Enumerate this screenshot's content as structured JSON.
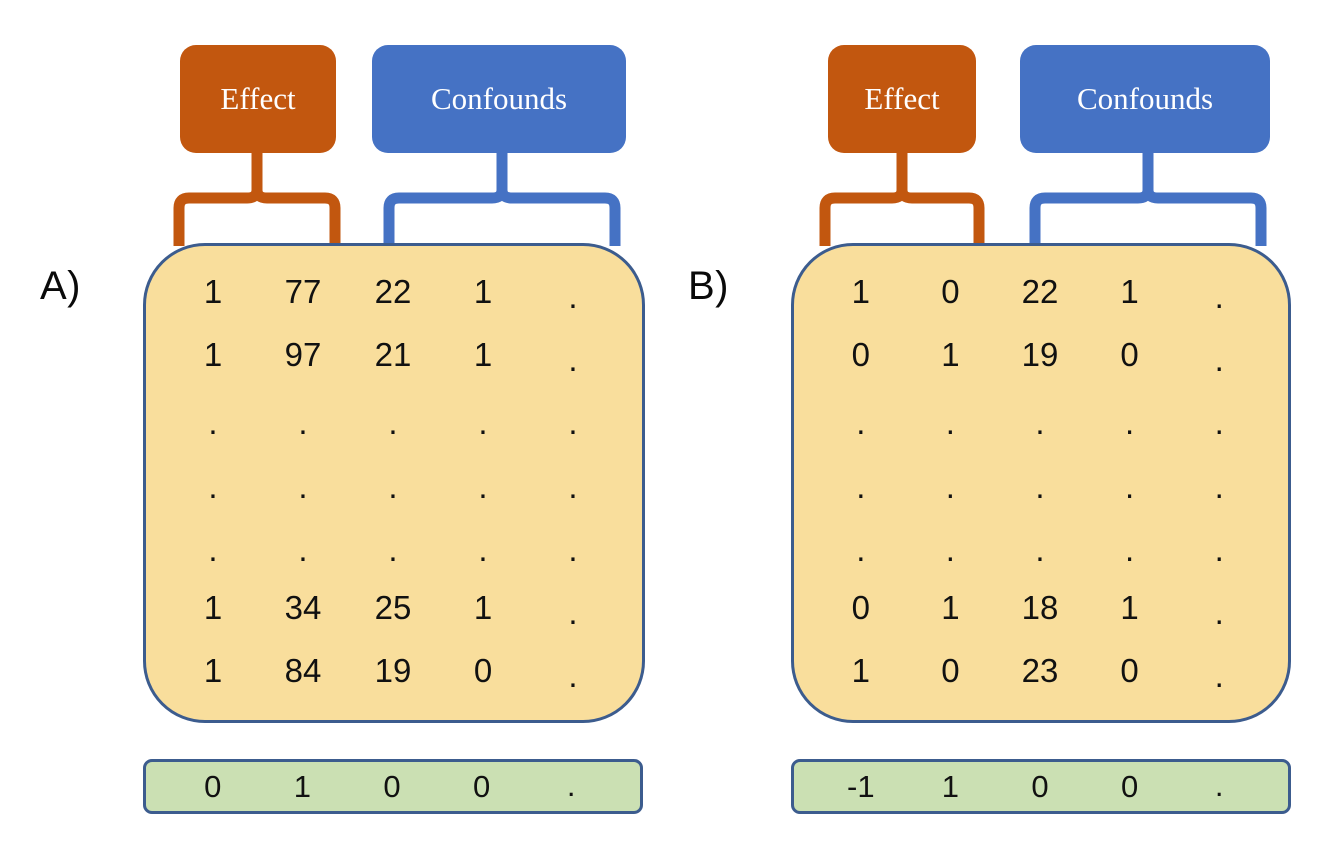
{
  "figure": {
    "background_color": "#ffffff",
    "palette": {
      "effect_orange": "#c2570f",
      "confounds_blue": "#4572c4",
      "matrix_fill": "#f9de9c",
      "matrix_border": "#3c5c8e",
      "contrast_fill": "#cbe0b3",
      "text_dark": "#111111",
      "label_text": "#ffffff"
    },
    "ellipsis_glyph": "."
  },
  "panels": [
    {
      "id": "a",
      "letter": "A)",
      "groups": [
        {
          "name": "effect",
          "label": "Effect",
          "color": "#c2570f",
          "spans_columns": [
            0,
            1
          ]
        },
        {
          "name": "confounds",
          "label": "Confounds",
          "color": "#4572c4",
          "spans_columns": [
            2,
            3,
            4
          ]
        }
      ],
      "design_matrix": {
        "rows": [
          [
            "1",
            "77",
            "22",
            "1",
            "."
          ],
          [
            "1",
            "97",
            "21",
            "1",
            "."
          ],
          [
            ".",
            ".",
            ".",
            ".",
            "."
          ],
          [
            ".",
            ".",
            ".",
            ".",
            "."
          ],
          [
            ".",
            ".",
            ".",
            ".",
            "."
          ],
          [
            "1",
            "34",
            "25",
            "1",
            "."
          ],
          [
            "1",
            "84",
            "19",
            "0",
            "."
          ]
        ]
      },
      "contrast_vector": [
        "0",
        "1",
        "0",
        "0",
        "."
      ]
    },
    {
      "id": "b",
      "letter": "B)",
      "groups": [
        {
          "name": "effect",
          "label": "Effect",
          "color": "#c2570f",
          "spans_columns": [
            0,
            1
          ]
        },
        {
          "name": "confounds",
          "label": "Confounds",
          "color": "#4572c4",
          "spans_columns": [
            2,
            3,
            4
          ]
        }
      ],
      "design_matrix": {
        "rows": [
          [
            "1",
            "0",
            "22",
            "1",
            "."
          ],
          [
            "0",
            "1",
            "19",
            "0",
            "."
          ],
          [
            ".",
            ".",
            ".",
            ".",
            "."
          ],
          [
            ".",
            ".",
            ".",
            ".",
            "."
          ],
          [
            ".",
            ".",
            ".",
            ".",
            "."
          ],
          [
            "0",
            "1",
            "18",
            "1",
            "."
          ],
          [
            "1",
            "0",
            "23",
            "0",
            "."
          ]
        ]
      },
      "contrast_vector": [
        "-1",
        "1",
        "0",
        "0",
        "."
      ]
    }
  ]
}
